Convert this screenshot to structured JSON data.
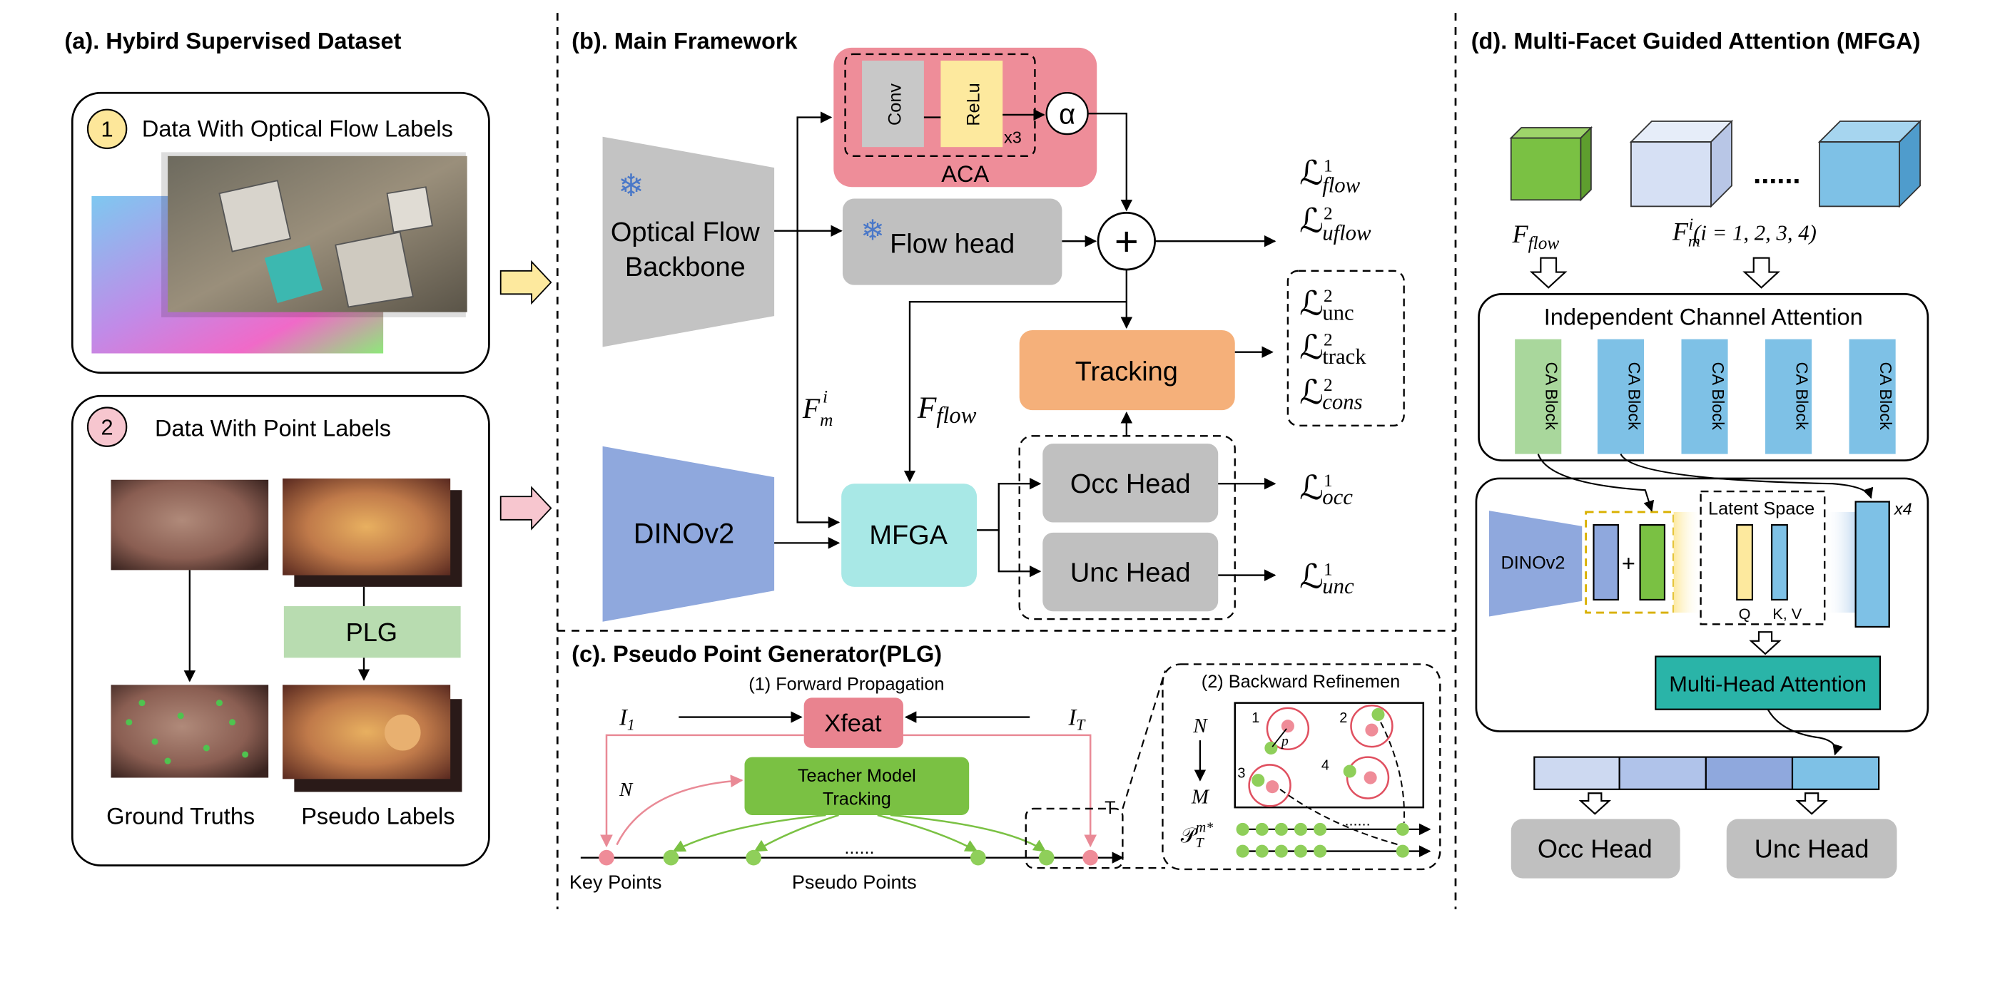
{
  "panels": {
    "a": {
      "title": "(a). Hybird Supervised Dataset",
      "box1": {
        "badge": "1",
        "label": "Data With Optical Flow Labels"
      },
      "box2": {
        "badge": "2",
        "label": "Data With Point Labels",
        "plg": "PLG",
        "ground_truths": "Ground Truths",
        "pseudo_labels": "Pseudo Labels"
      }
    },
    "b": {
      "title": "(b). Main Framework",
      "aca": {
        "label": "ACA",
        "conv": "Conv",
        "relu": "ReLu",
        "repeat": "x3",
        "alpha": "α"
      },
      "optical_flow_backbone": [
        "Optical Flow",
        "Backbone"
      ],
      "flow_head": "Flow head",
      "plus": "+",
      "dinov2": "DINOv2",
      "mfga": "MFGA",
      "tracking": "Tracking",
      "occ_head": "Occ Head",
      "unc_head": "Unc Head",
      "fm_symbol": "F",
      "fm_sub": "m",
      "fm_sup": "i",
      "fflow_symbol": "F",
      "fflow_sub": "flow",
      "loss_symbol": "ℒ",
      "losses": {
        "flow": {
          "sup": "1",
          "sub": "flow"
        },
        "uflow": {
          "sup": "2",
          "sub": "uflow"
        },
        "unc2": {
          "sup": "2",
          "sub": "unc"
        },
        "track2": {
          "sup": "2",
          "sub": "track"
        },
        "cons2": {
          "sup": "2",
          "sub": "cons"
        },
        "occ1": {
          "sup": "1",
          "sub": "occ"
        },
        "unc1": {
          "sup": "1",
          "sub": "unc"
        }
      }
    },
    "c": {
      "title": "(c). Pseudo Point Generator(PLG)",
      "forward": "(1) Forward Propagation",
      "xfeat": "Xfeat",
      "teacher": [
        "Teacher Model",
        "Tracking"
      ],
      "i1_symbol": "I",
      "i1_sub": "1",
      "it_symbol": "I",
      "it_sub": "T",
      "n_label": "N",
      "t_label": "T",
      "ellipsis": "......",
      "key_points": "Key Points",
      "pseudo_points": "Pseudo Points",
      "backward": "(2) Backward Refinemen",
      "nm": [
        "N",
        "M"
      ],
      "nums": [
        "1",
        "2",
        "3",
        "4"
      ],
      "p_label": "p",
      "pt_symbol": "𝒫",
      "pt_sub": "T",
      "pt_sup": "m*"
    },
    "d": {
      "title": "(d). Multi-Facet Guided Attention (MFGA)",
      "dots": "......",
      "fflow_symbol": "F",
      "fflow_sub": "flow",
      "fm_symbol": "F",
      "fm_sub": "m",
      "fm_sup": "i",
      "fm_range": "(i = 1, 2, 3, 4)",
      "ica": "Independent Channel Attention",
      "ca_block": "CA Block",
      "dinov2": "DINOv2",
      "plus": "+",
      "latent": "Latent Space",
      "q": "Q",
      "kv": "K, V",
      "x4": "x4",
      "mha": "Multi-Head Attention",
      "occ_head": "Occ Head",
      "unc_head": "Unc Head"
    }
  },
  "colors": {
    "aca_pink": "#ee8d99",
    "gray_box": "#c0c0c0",
    "backbone_gray": "#c3c3c3",
    "dinov2_blue": "#8fa8dd",
    "mfga_cyan": "#a8e8e6",
    "tracking_orange": "#f5b07a",
    "relu_yellow": "#fde99e",
    "plg_green": "#b8dcb0",
    "teacher_green": "#7ac143",
    "xfeat_pink": "#e9838f",
    "mha_teal": "#2ab4a8",
    "ca_green": "#a9d79c",
    "ca_blue": "#7ec1e6",
    "badge1": "#fde79a",
    "badge2": "#f7c6cf",
    "arrow_yellow": "#fde99e",
    "arrow_pink": "#f7c6cf"
  }
}
